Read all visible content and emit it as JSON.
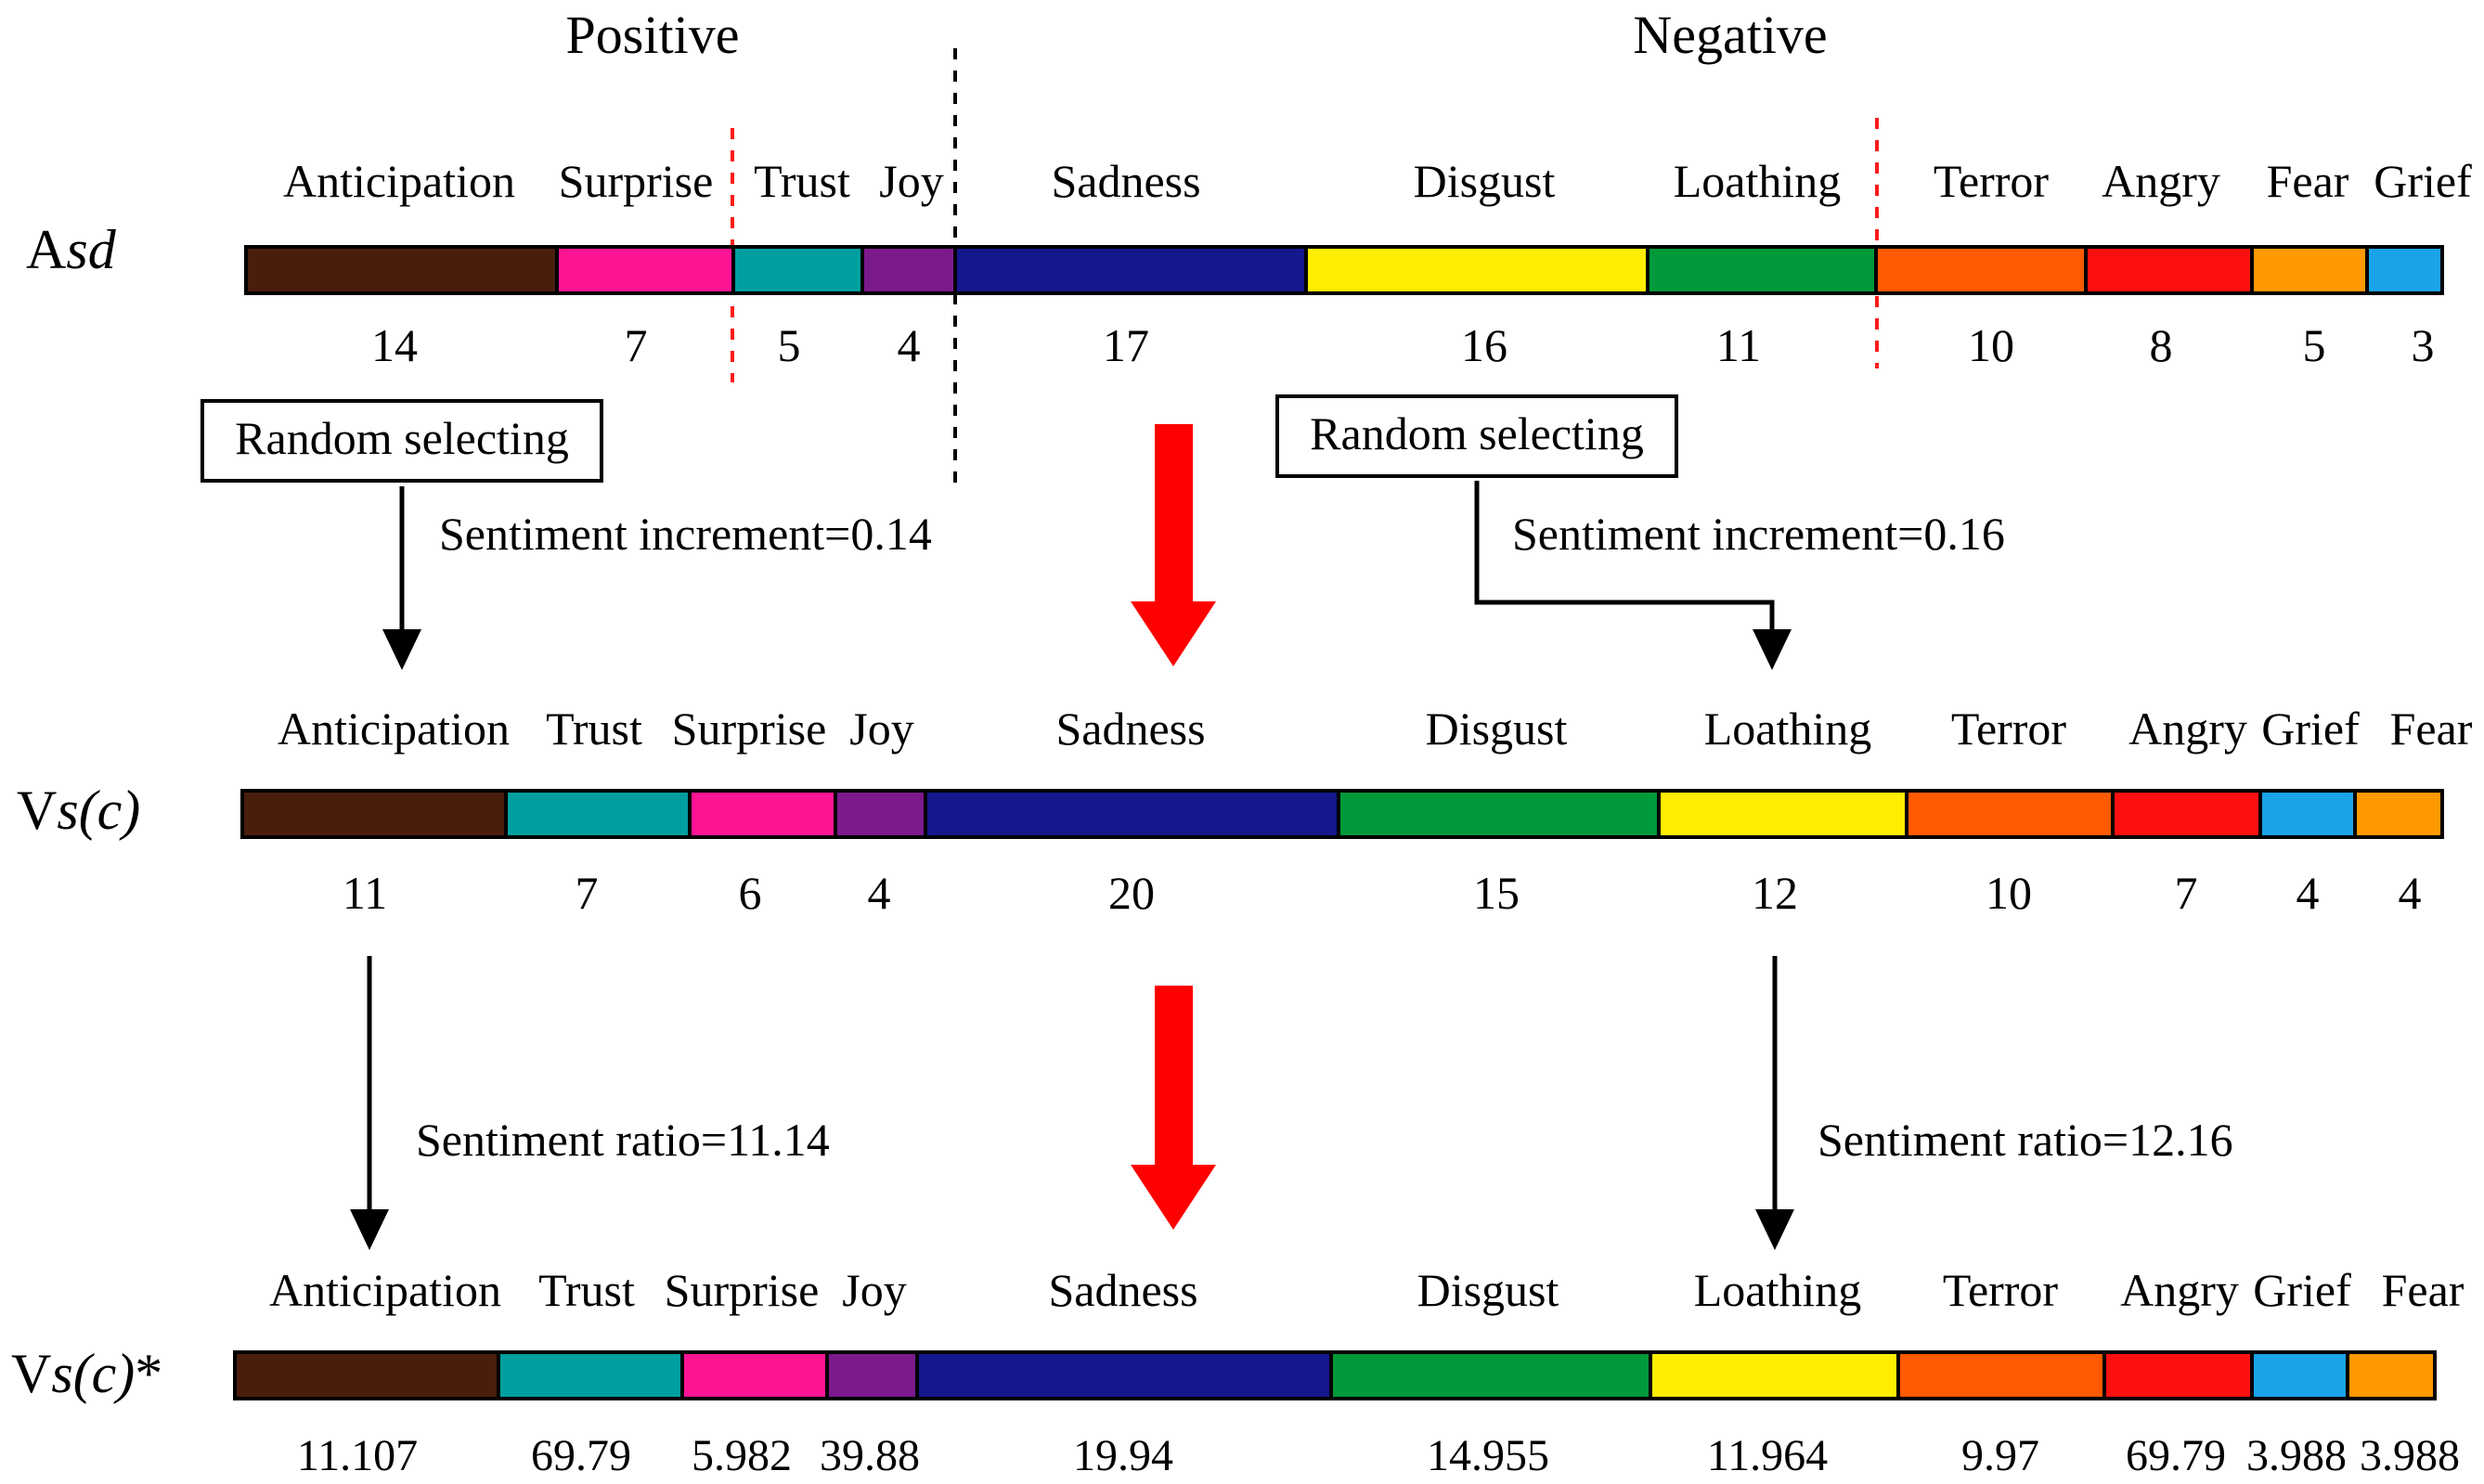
{
  "headers": {
    "positive": "Positive",
    "negative": "Negative"
  },
  "rows": [
    {
      "label_main": "A",
      "label_italic": "sd",
      "label_suffix": "",
      "segments": [
        {
          "name": "Anticipation",
          "value": "14",
          "color": "#4a1e0c"
        },
        {
          "name": "Surprise",
          "value": "7",
          "color": "#ff1493"
        },
        {
          "name": "Trust",
          "value": "5",
          "color": "#009f9f"
        },
        {
          "name": "Joy",
          "value": "4",
          "color": "#7c1a8c"
        },
        {
          "name": "Sadness",
          "value": "17",
          "color": "#15188c"
        },
        {
          "name": "Disgust",
          "value": "16",
          "color": "#ffee00"
        },
        {
          "name": "Loathing",
          "value": "11",
          "color": "#009a3a"
        },
        {
          "name": "Terror",
          "value": "10",
          "color": "#ff5a00"
        },
        {
          "name": "Angry",
          "value": "8",
          "color": "#ff1010"
        },
        {
          "name": "Fear",
          "value": "5",
          "color": "#ff9900"
        },
        {
          "name": "Grief",
          "value": "3",
          "color": "#1aa3e8"
        }
      ]
    },
    {
      "label_main": "V",
      "label_italic": "s(c)",
      "label_suffix": "",
      "segments": [
        {
          "name": "Anticipation",
          "value": "11",
          "color": "#4a1e0c"
        },
        {
          "name": "Trust",
          "value": "7",
          "color": "#009f9f"
        },
        {
          "name": "Surprise",
          "value": "6",
          "color": "#ff1493"
        },
        {
          "name": "Joy",
          "value": "4",
          "color": "#7c1a8c"
        },
        {
          "name": "Sadness",
          "value": "20",
          "color": "#15188c"
        },
        {
          "name": "Disgust",
          "value": "15",
          "color": "#009a3a"
        },
        {
          "name": "Loathing",
          "value": "12",
          "color": "#ffee00"
        },
        {
          "name": "Terror",
          "value": "10",
          "color": "#ff5a00"
        },
        {
          "name": "Angry",
          "value": "7",
          "color": "#ff1010"
        },
        {
          "name": "Grief",
          "value": "4",
          "color": "#1aa3e8"
        },
        {
          "name": "Fear",
          "value": "4",
          "color": "#ff9900"
        }
      ]
    },
    {
      "label_main": "V",
      "label_italic": "s(c)",
      "label_suffix": "*",
      "segments": [
        {
          "name": "Anticipation",
          "value": "11.107",
          "color": "#4a1e0c"
        },
        {
          "name": "Trust",
          "value": "69.79",
          "color": "#009f9f"
        },
        {
          "name": "Surprise",
          "value": "5.982",
          "color": "#ff1493"
        },
        {
          "name": "Joy",
          "value": "39.88",
          "color": "#7c1a8c"
        },
        {
          "name": "Sadness",
          "value": "19.94",
          "color": "#15188c"
        },
        {
          "name": "Disgust",
          "value": "14.955",
          "color": "#009a3a"
        },
        {
          "name": "Loathing",
          "value": "11.964",
          "color": "#ffee00"
        },
        {
          "name": "Terror",
          "value": "9.97",
          "color": "#ff5a00"
        },
        {
          "name": "Angry",
          "value": "69.79",
          "color": "#ff1010"
        },
        {
          "name": "Grief",
          "value": "3.988",
          "color": "#1aa3e8"
        },
        {
          "name": "Fear",
          "value": "3.988",
          "color": "#ff9900"
        }
      ]
    }
  ],
  "boxes": {
    "left": "Random selecting",
    "right": "Random selecting"
  },
  "annotations": {
    "increment_left": "Sentiment increment=0.14",
    "increment_right": "Sentiment increment=0.16",
    "ratio_left": "Sentiment ratio=11.14",
    "ratio_right": "Sentiment ratio=12.16"
  }
}
